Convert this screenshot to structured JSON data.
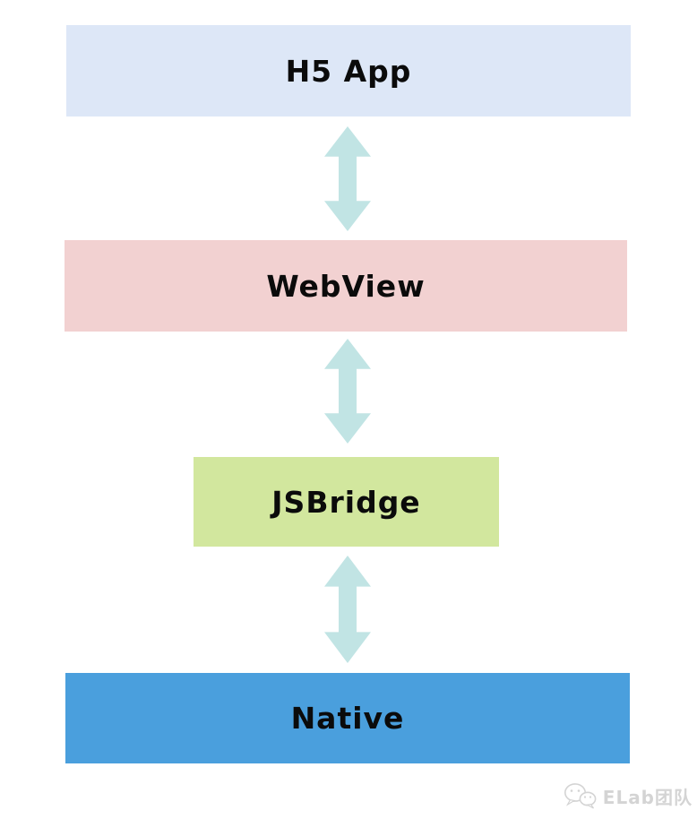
{
  "diagram": {
    "layers": [
      {
        "label": "H5 App",
        "color": "#dde7f7"
      },
      {
        "label": "WebView",
        "color": "#f2d1d1"
      },
      {
        "label": "JSBridge",
        "color": "#d2e79e"
      },
      {
        "label": "Native",
        "color": "#4a9fdd"
      }
    ],
    "arrow_color": "#c1e4e4",
    "text_color": "#0b0b0b"
  },
  "watermark": {
    "brand": "ELab团队",
    "icon": "wechat-icon",
    "color": "#d4d4d4"
  }
}
